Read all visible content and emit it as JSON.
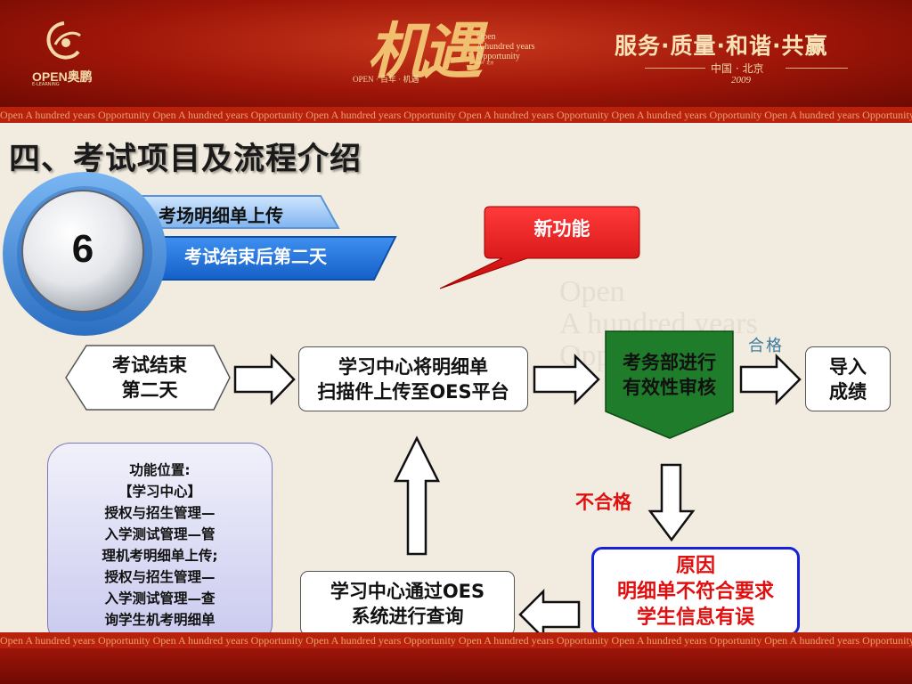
{
  "header": {
    "logo_text": "OPEN奥鹏",
    "logo_sub": "E-LEARNING",
    "brand_big": "机遇",
    "brand_en_lines": [
      "Open",
      "A hundred years",
      "Opportunity"
    ],
    "brand_en_small": "2009 · 北京",
    "brand_sub": "OPEN · 百年 · 机遇",
    "slogan": "服务·质量·和谐·共赢",
    "location": "中国 · 北京",
    "year": "2009"
  },
  "strip_text": "Open A hundred years Opportunity  Open A hundred years Opportunity  Open A hundred years Opportunity  Open A hundred years Opportunity  Open A hundred years Opportunity  Open A hundred years Opportunity",
  "title": "四、考试项目及流程介绍",
  "badge": {
    "number": "6",
    "ribbon_top": "考场明细单上传",
    "ribbon_bottom": "考试结束后第二天"
  },
  "callout": "新功能",
  "flow": {
    "step1_lines": [
      "考试结束",
      "第二天"
    ],
    "step2_lines": [
      "学习中心将明细单",
      "扫描件上传至OES平台"
    ],
    "step3_lines": [
      "考务部进行",
      "有效性审核"
    ],
    "step4_lines": [
      "导入",
      "成绩"
    ],
    "pass_label": "合格",
    "fail_label": "不合格",
    "reason_lines": [
      "原因",
      "明细单不符合要求",
      "学生信息有误"
    ],
    "query_lines": [
      "学习中心通过OES",
      "系统进行查询"
    ]
  },
  "side_note_lines": [
    "功能位置:",
    "【学习中心】",
    "授权与招生管理—",
    "入学测试管理—管",
    "理机考明细单上传;",
    "授权与招生管理—",
    "入学测试管理—查",
    "询学生机考明细单"
  ],
  "watermark_lines": [
    "Open",
    "A hundred years",
    "Opportunity"
  ],
  "colors": {
    "header_red": "#9e1508",
    "ribbon_blue": "#2a7ee0",
    "callout_red": "#e81010",
    "audit_green": "#1e7c2a",
    "reason_border": "#1622d8",
    "fail_text": "#e01010",
    "pass_text": "#3c7c9e"
  }
}
